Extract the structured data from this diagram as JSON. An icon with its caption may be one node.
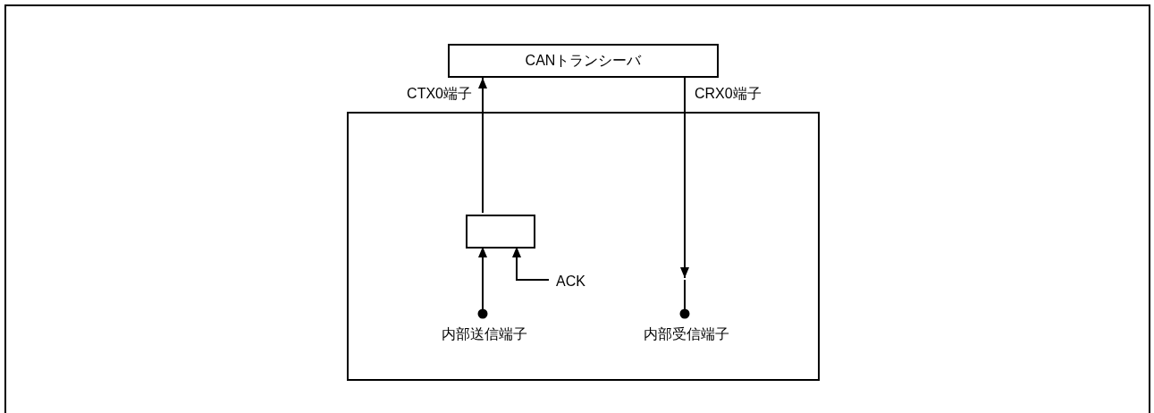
{
  "diagram": {
    "nodes": [
      {
        "text": [
          "CANトランシーバ"
        ]
      },
      {
        "text": [],
        "shape": "box"
      },
      {
        "text": [],
        "shape": "box",
        "in": 1
      },
      {
        "text": [
          "内部送信端子"
        ],
        "in": 1
      },
      {
        "text": [
          "内部受信端子"
        ],
        "in": 1
      },
      {
        "text": [
          "ACK"
        ],
        "in": 1
      }
    ],
    "edges": [
      {
        "from": 2,
        "to": 0,
        "arrow": "to"
      },
      {
        "from": 3,
        "to": 2,
        "arrow": "to"
      },
      {
        "from": 5,
        "to": 2,
        "arrow": "to"
      },
      {
        "from": 0,
        "to": 4,
        "arrow": "to"
      }
    ],
    "labels": [
      "CTX0端子",
      "CRX0端子"
    ]
  }
}
